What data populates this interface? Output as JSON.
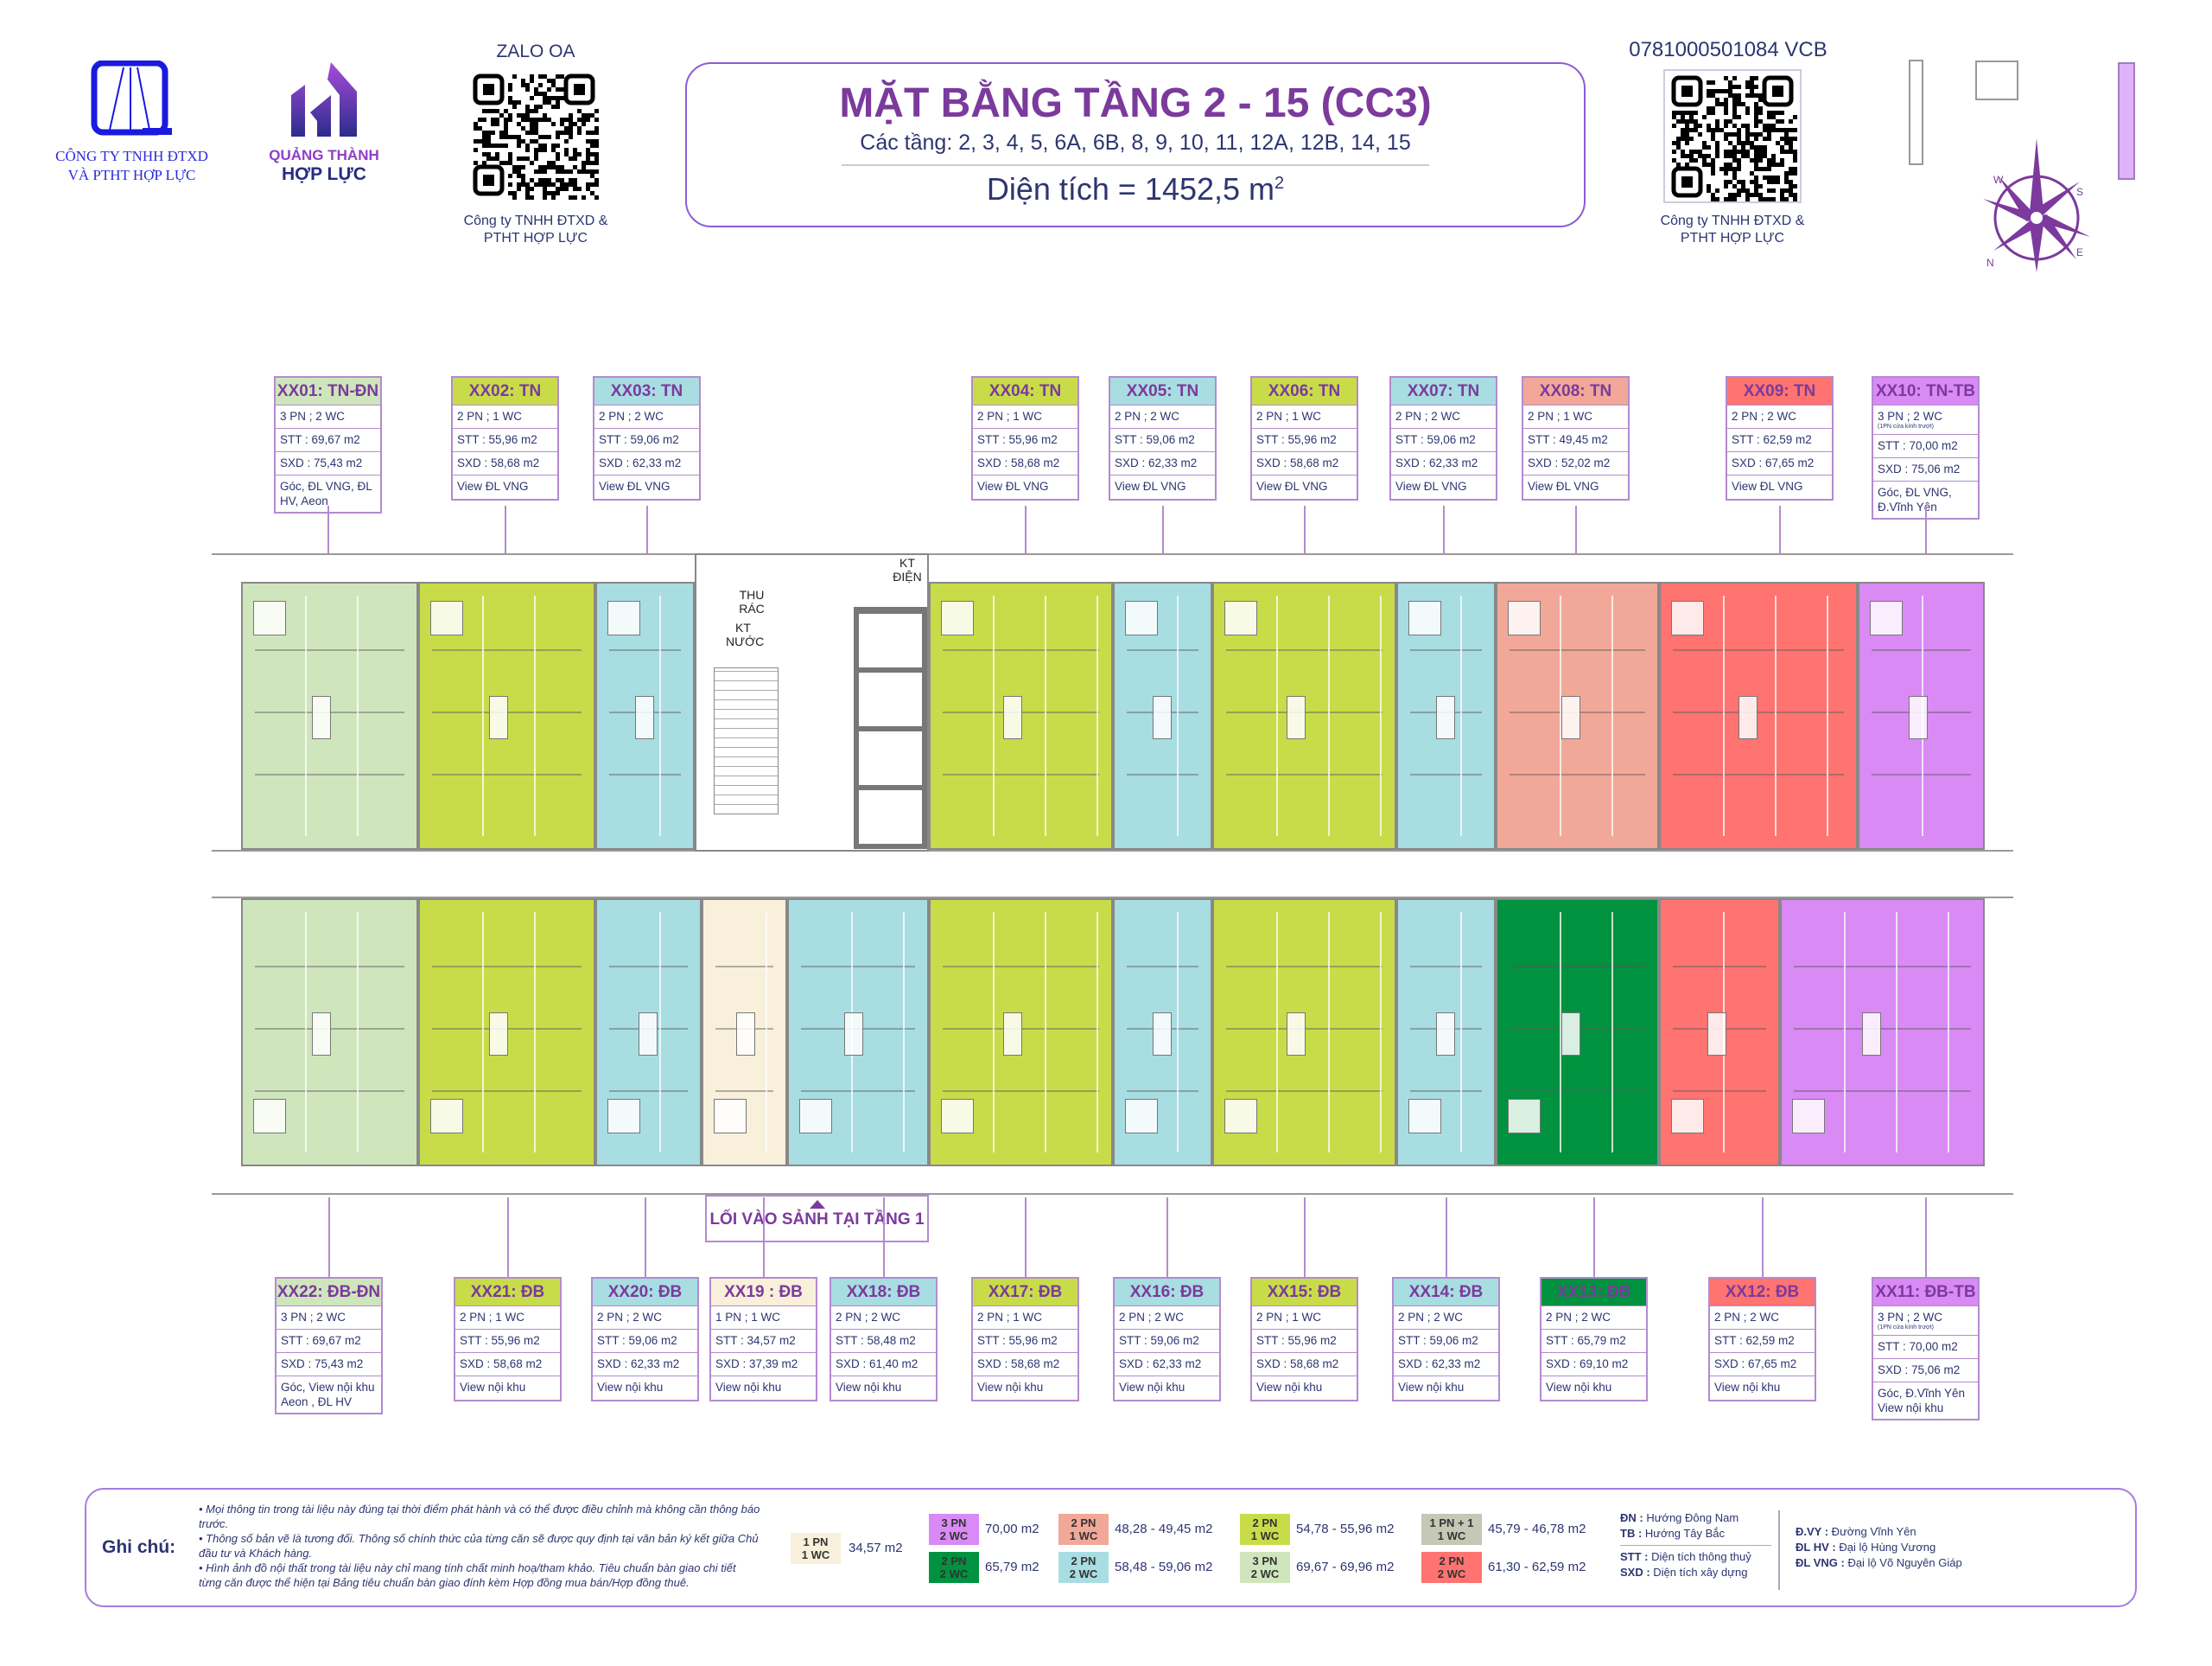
{
  "header": {
    "company_logo_text": "CÔNG TY TNHH ĐTXD VÀ PTHT HỢP LỰC",
    "brand_line1": "QUẢNG THÀNH",
    "brand_line2": "HỢP LỰC",
    "zalo_label": "ZALO OA",
    "zalo_caption": "Công ty TNHH ĐTXD & PTHT HỢP LỰC",
    "bank_account": "0781000501084 VCB",
    "bank_caption": "Công ty TNHH ĐTXD & PTHT HỢP LỰC",
    "compass_letters": [
      "N",
      "W",
      "S",
      "E"
    ]
  },
  "title": {
    "main": "MẶT BẰNG TẦNG 2 - 15 (CC3)",
    "floors": "Các tầng: 2, 3, 4, 5, 6A, 6B, 8, 9, 10, 11, 12A, 12B, 14, 15",
    "area_label": "Diện tích = 1452,5 m",
    "area_sup": "2"
  },
  "colors": {
    "light_green": "#cfe6bd",
    "lime": "#c8dc4a",
    "teal": "#a8dde2",
    "salmon": "#f2a898",
    "red": "#ff7370",
    "purple": "#d98af5",
    "green": "#00923f",
    "cream": "#f8f0da",
    "greige": "#c4c8b4"
  },
  "core_labels": {
    "trash": "THU RÁC",
    "water": "KT NƯỚC",
    "electric": "KT ĐIỆN"
  },
  "entrance": "LỐI VÀO SẢNH TẠI TẦNG 1",
  "top_units": [
    {
      "name": "XX01: TN-ĐN",
      "color": "light_green",
      "rooms": "3 PN ; 2 WC",
      "stt": "STT : 69,67 m2",
      "sxd": "SXD : 75,43 m2",
      "view": "Góc, ĐL VNG, ĐL HV, Aeon"
    },
    {
      "name": "XX02: TN",
      "color": "lime",
      "rooms": "2 PN ; 1 WC",
      "stt": "STT : 55,96 m2",
      "sxd": "SXD : 58,68 m2",
      "view": "View ĐL VNG"
    },
    {
      "name": "XX03: TN",
      "color": "teal",
      "rooms": "2 PN ; 2 WC",
      "stt": "STT : 59,06 m2",
      "sxd": "SXD : 62,33 m2",
      "view": "View ĐL VNG"
    },
    {
      "name": "XX04: TN",
      "color": "lime",
      "rooms": "2 PN ; 1 WC",
      "stt": "STT : 55,96 m2",
      "sxd": "SXD : 58,68 m2",
      "view": "View ĐL VNG"
    },
    {
      "name": "XX05: TN",
      "color": "teal",
      "rooms": "2 PN ; 2 WC",
      "stt": "STT : 59,06 m2",
      "sxd": "SXD : 62,33 m2",
      "view": "View ĐL VNG"
    },
    {
      "name": "XX06: TN",
      "color": "lime",
      "rooms": "2 PN ; 1 WC",
      "stt": "STT : 55,96 m2",
      "sxd": "SXD : 58,68 m2",
      "view": "View ĐL VNG"
    },
    {
      "name": "XX07: TN",
      "color": "teal",
      "rooms": "2 PN ; 2 WC",
      "stt": "STT : 59,06 m2",
      "sxd": "SXD : 62,33 m2",
      "view": "View ĐL VNG"
    },
    {
      "name": "XX08: TN",
      "color": "salmon",
      "rooms": "2 PN ; 1 WC",
      "stt": "STT : 49,45 m2",
      "sxd": "SXD : 52,02 m2",
      "view": "View ĐL VNG"
    },
    {
      "name": "XX09: TN",
      "color": "red",
      "rooms": "2 PN ; 2 WC",
      "stt": "STT : 62,59 m2",
      "sxd": "SXD : 67,65 m2",
      "view": "View ĐL VNG"
    },
    {
      "name": "XX10: TN-TB",
      "color": "purple",
      "rooms": "3 PN ; 2 WC",
      "note": "(1PN cửa kính trượt)",
      "stt": "STT : 70,00 m2",
      "sxd": "SXD : 75,06 m2",
      "view": "Góc, ĐL VNG, Đ.Vĩnh Yên"
    }
  ],
  "bottom_units": [
    {
      "name": "XX22: ĐB-ĐN",
      "color": "light_green",
      "rooms": "3 PN ; 2 WC",
      "stt": "STT : 69,67 m2",
      "sxd": "SXD : 75,43 m2",
      "view": "Góc, View nội khu Aeon , ĐL HV"
    },
    {
      "name": "XX21: ĐB",
      "color": "lime",
      "rooms": "2 PN ; 1 WC",
      "stt": "STT : 55,96 m2",
      "sxd": "SXD : 58,68 m2",
      "view": "View nội khu"
    },
    {
      "name": "XX20: ĐB",
      "color": "teal",
      "rooms": "2 PN ; 2 WC",
      "stt": "STT : 59,06 m2",
      "sxd": "SXD : 62,33 m2",
      "view": "View nội khu"
    },
    {
      "name": "XX19 : ĐB",
      "color": "cream",
      "rooms": "1 PN ; 1 WC",
      "stt": "STT : 34,57 m2",
      "sxd": "SXD : 37,39 m2",
      "view": "View nội khu"
    },
    {
      "name": "XX18: ĐB",
      "color": "teal",
      "rooms": "2 PN ; 2 WC",
      "stt": "STT : 58,48 m2",
      "sxd": "SXD : 61,40 m2",
      "view": "View nội khu"
    },
    {
      "name": "XX17: ĐB",
      "color": "lime",
      "rooms": "2 PN ; 1 WC",
      "stt": "STT : 55,96 m2",
      "sxd": "SXD : 58,68 m2",
      "view": "View nội khu"
    },
    {
      "name": "XX16: ĐB",
      "color": "teal",
      "rooms": "2 PN ; 2 WC",
      "stt": "STT : 59,06 m2",
      "sxd": "SXD : 62,33 m2",
      "view": "View nội khu"
    },
    {
      "name": "XX15: ĐB",
      "color": "lime",
      "rooms": "2 PN ; 1 WC",
      "stt": "STT : 55,96 m2",
      "sxd": "SXD : 58,68 m2",
      "view": "View nội khu"
    },
    {
      "name": "XX14: ĐB",
      "color": "teal",
      "rooms": "2 PN ; 2 WC",
      "stt": "STT : 59,06 m2",
      "sxd": "SXD : 62,33 m2",
      "view": "View nội khu"
    },
    {
      "name": "XX13: ĐB",
      "color": "green",
      "rooms": "2 PN ; 2 WC",
      "stt": "STT : 65,79 m2",
      "sxd": "SXD : 69,10 m2",
      "view": "View nội khu"
    },
    {
      "name": "XX12: ĐB",
      "color": "red",
      "rooms": "2 PN ; 2 WC",
      "stt": "STT : 62,59 m2",
      "sxd": "SXD : 67,65 m2",
      "view": "View nội khu"
    },
    {
      "name": "XX11: ĐB-TB",
      "color": "purple",
      "rooms": "3 PN ; 2 WC",
      "note": "(1PN cửa kính trượt)",
      "stt": "STT : 70,00 m2",
      "sxd": "SXD : 75,06 m2",
      "view": "Góc, Đ.Vĩnh Yên View nội khu"
    }
  ],
  "legend": {
    "title": "Ghi chú:",
    "notes": [
      "• Mọi thông tin trong tài liệu này đúng tại thời điểm phát hành và có thể được điều chỉnh mà không cần thông báo trước.",
      "• Thông số bản vẽ là tương đối. Thông số chính thức của từng căn sẽ được quy định tại văn bản ký kết giữa Chủ đầu tư và Khách hàng.",
      "• Hình ảnh đồ nội thất trong tài liệu này chỉ mang tính chất minh hoạ/tham khảo. Tiêu chuẩn bàn giao chi tiết từng căn được thể hiện tại Bảng tiêu chuẩn bàn giao đính kèm Hợp đồng mua bán/Hợp đồng thuê."
    ],
    "swatches": [
      {
        "l1": "1 PN",
        "l2": "1 WC",
        "value": "34,57 m2",
        "color": "cream"
      },
      {
        "l1": "3 PN",
        "l2": "2 WC",
        "value": "70,00 m2",
        "color": "purple"
      },
      {
        "l1": "2 PN",
        "l2": "2 WC",
        "value": "65,79 m2",
        "color": "green"
      },
      {
        "l1": "2 PN",
        "l2": "1 WC",
        "value": "48,28 - 49,45 m2",
        "color": "salmon"
      },
      {
        "l1": "2 PN",
        "l2": "2 WC",
        "value": "58,48 - 59,06 m2",
        "color": "teal"
      },
      {
        "l1": "2 PN",
        "l2": "1 WC",
        "value": "54,78 - 55,96 m2",
        "color": "lime"
      },
      {
        "l1": "3 PN",
        "l2": "2 WC",
        "value": "69,67 - 69,96 m2",
        "color": "light_green"
      },
      {
        "l1": "1 PN + 1",
        "l2": "1 WC",
        "value": "45,79 -  46,78 m2",
        "color": "greige"
      },
      {
        "l1": "2 PN",
        "l2": "2 WC",
        "value": "61,30 - 62,59 m2",
        "color": "red"
      }
    ],
    "abbreviations": [
      {
        "k": "ĐN :",
        "v": " Hướng Đông Nam"
      },
      {
        "k": "TB :",
        "v": "  Hướng Tây Bắc"
      },
      {
        "k": "STT :",
        "v": " Diện tích thông thuỷ"
      },
      {
        "k": "SXD :",
        "v": "  Diện tích xây dựng"
      },
      {
        "k": "Đ.VY :",
        "v": " Đường Vĩnh Yên"
      },
      {
        "k": "ĐL HV :",
        "v": " Đại lộ Hùng Vương"
      },
      {
        "k": "ĐL VNG :",
        "v": " Đại lộ Võ Nguyên Giáp"
      }
    ]
  }
}
